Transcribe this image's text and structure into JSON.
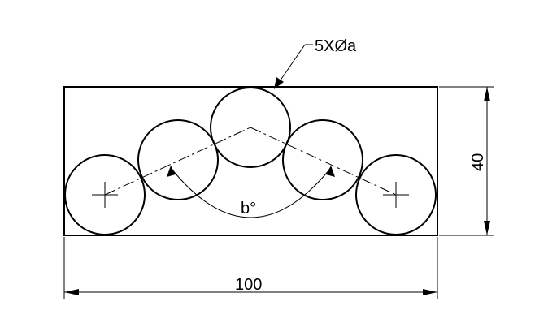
{
  "drawing": {
    "hole_callout": "5XØa",
    "angle_label": "b°",
    "width_dim": "100",
    "height_dim": "40"
  },
  "colors": {
    "line": "#000000",
    "background": "#ffffff"
  }
}
